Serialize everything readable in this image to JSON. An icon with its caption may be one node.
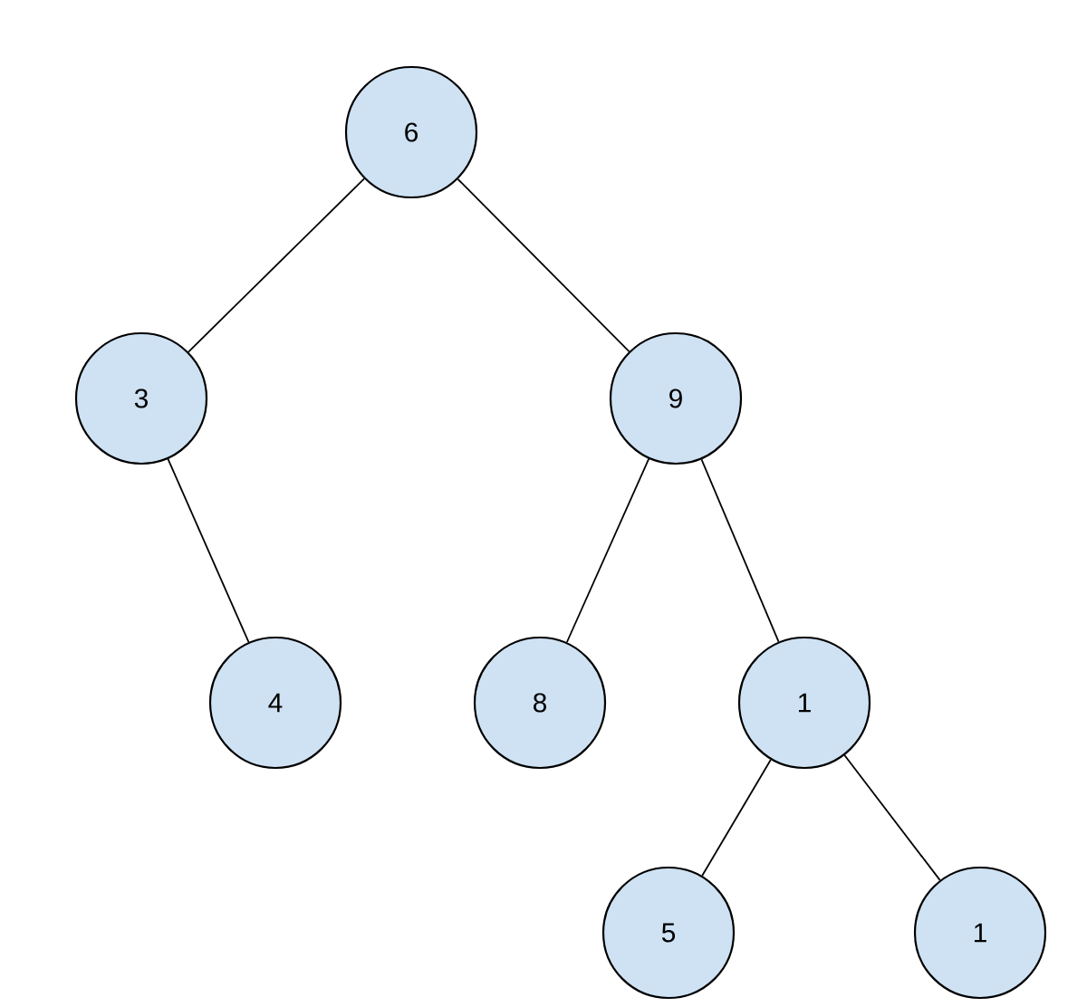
{
  "diagram": {
    "nodes": [
      {
        "text": [
          "6"
        ]
      },
      {
        "text": [
          "3"
        ]
      },
      {
        "text": [
          "9"
        ]
      },
      {
        "text": [
          "4"
        ]
      },
      {
        "text": [
          "8"
        ]
      },
      {
        "text": [
          "1"
        ]
      },
      {
        "text": [
          "5"
        ]
      },
      {
        "text": [
          "1"
        ]
      }
    ],
    "edges": [
      {
        "from": 0,
        "to": 1,
        "arrow": "none"
      },
      {
        "from": 0,
        "to": 2,
        "arrow": "none"
      },
      {
        "from": 1,
        "to": 3,
        "arrow": "none"
      },
      {
        "from": 2,
        "to": 4,
        "arrow": "none"
      },
      {
        "from": 2,
        "to": 5,
        "arrow": "none"
      },
      {
        "from": 5,
        "to": 6,
        "arrow": "none"
      },
      {
        "from": 5,
        "to": 7,
        "arrow": "none"
      }
    ]
  }
}
